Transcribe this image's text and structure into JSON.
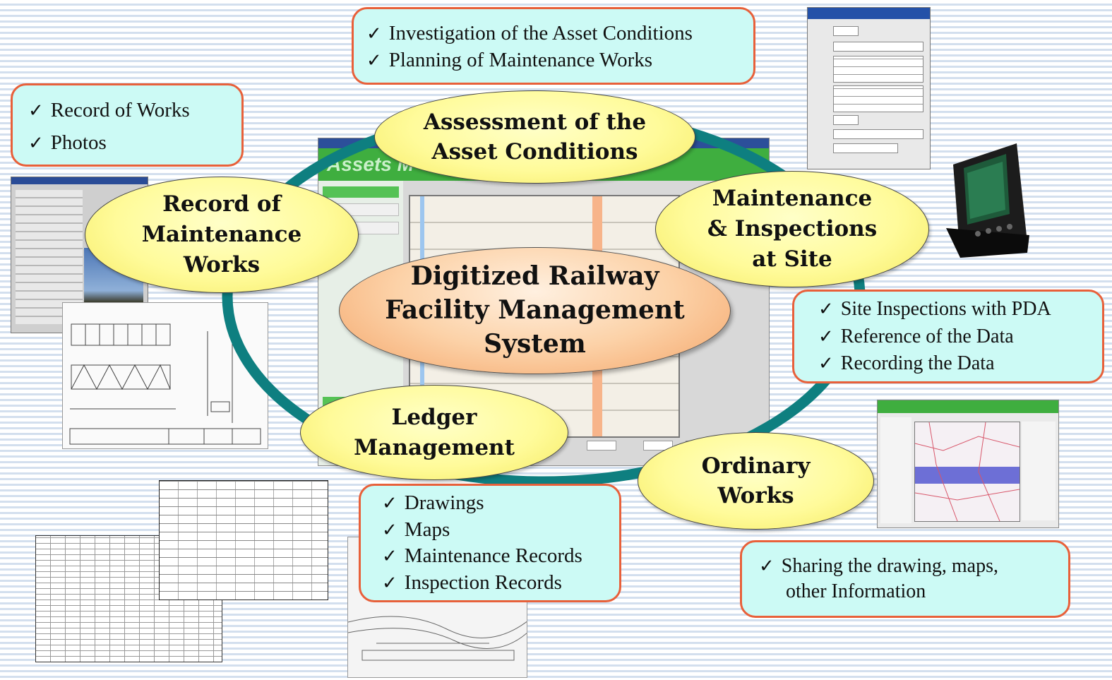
{
  "center": {
    "lines": [
      "Digitized Railway",
      "Facility Management",
      "System"
    ]
  },
  "nodes": {
    "assessment": {
      "lines": [
        "Assessment of the",
        "Asset Conditions"
      ]
    },
    "maintenance_inspections": {
      "lines": [
        "Maintenance",
        "& Inspections",
        "at Site"
      ]
    },
    "record_maintenance": {
      "lines": [
        "Record of",
        "Maintenance",
        "Works"
      ]
    },
    "ledger": {
      "lines": [
        "Ledger",
        "Management"
      ]
    },
    "ordinary": {
      "lines": [
        "Ordinary",
        "Works"
      ]
    }
  },
  "callouts": {
    "top": [
      "Investigation of the Asset Conditions",
      "Planning of Maintenance Works"
    ],
    "record": [
      "Record of Works",
      "Photos"
    ],
    "site": [
      "Site Inspections with PDA",
      "Reference of  the Data",
      "Recording the Data"
    ],
    "ledger": [
      "Drawings",
      "Maps",
      "Maintenance Records",
      "Inspection Records"
    ],
    "sharing": [
      "Sharing the drawing, maps,",
      "other Information"
    ]
  },
  "screens": {
    "main_app_title": "Assets M"
  },
  "colors": {
    "loop": "#0e7f80",
    "callout_fill": "#ccfaf5",
    "callout_border": "#e8603a",
    "node_fill": "#fffb9a",
    "center_fill": "#fcd2a8",
    "app_green": "#39b54a"
  },
  "icons": {
    "check": "check-mark-icon",
    "pda": "pda-device-icon"
  }
}
